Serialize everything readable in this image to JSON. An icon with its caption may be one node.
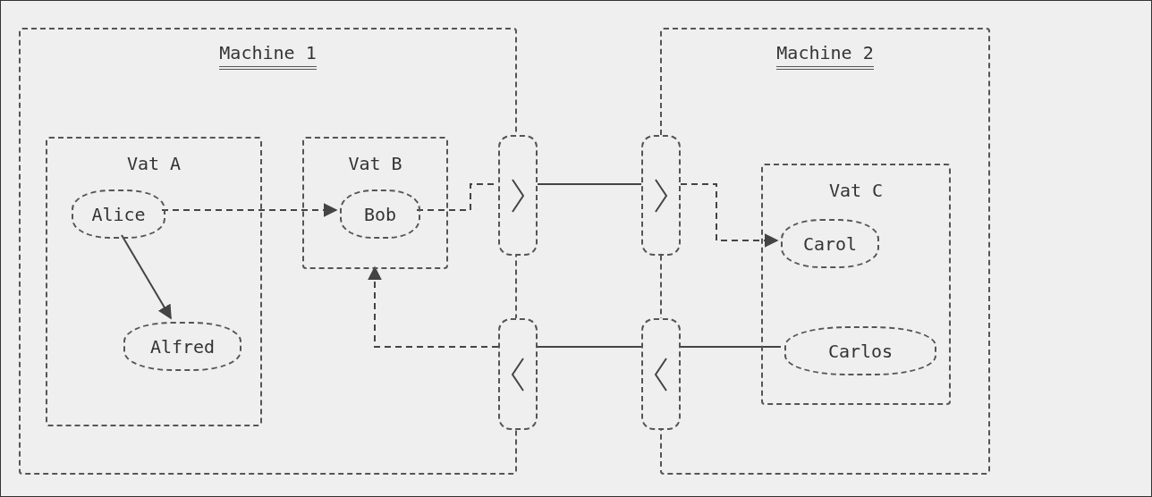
{
  "diagram": {
    "nodes": [
      {
        "text": [
          "Machine 1"
        ]
      },
      {
        "text": [
          "Vat A"
        ],
        "in": 0
      },
      {
        "text": [
          "Alice"
        ],
        "in": 1
      },
      {
        "text": [
          "Alfred"
        ],
        "in": 1
      },
      {
        "text": [
          "Vat B"
        ],
        "in": 0
      },
      {
        "text": [
          "Bob"
        ],
        "in": 4
      },
      {
        "text": [
          "Machine 2"
        ]
      },
      {
        "text": [
          "Vat C"
        ],
        "in": 6
      },
      {
        "text": [
          "Carol"
        ],
        "in": 7
      },
      {
        "text": [
          "Carlos"
        ],
        "in": 7
      },
      {
        "text": [],
        "shape": "box"
      },
      {
        "text": [],
        "shape": "box"
      },
      {
        "text": [],
        "shape": "box"
      },
      {
        "text": [],
        "shape": "box"
      }
    ],
    "edges": [
      {
        "from": 2,
        "to": 5,
        "arrow": "to",
        "style": "dashed"
      },
      {
        "from": 2,
        "to": 3,
        "arrow": "to"
      },
      {
        "from": 5,
        "to": 10,
        "arrow": "none",
        "style": "dashed"
      },
      {
        "from": 10,
        "to": 11,
        "arrow": "none"
      },
      {
        "from": 11,
        "to": 8,
        "arrow": "to",
        "style": "dashed"
      },
      {
        "from": 9,
        "to": 13,
        "arrow": "none"
      },
      {
        "from": 13,
        "to": 12,
        "arrow": "none"
      },
      {
        "from": 12,
        "to": 4,
        "arrow": "to",
        "style": "dashed"
      }
    ]
  }
}
